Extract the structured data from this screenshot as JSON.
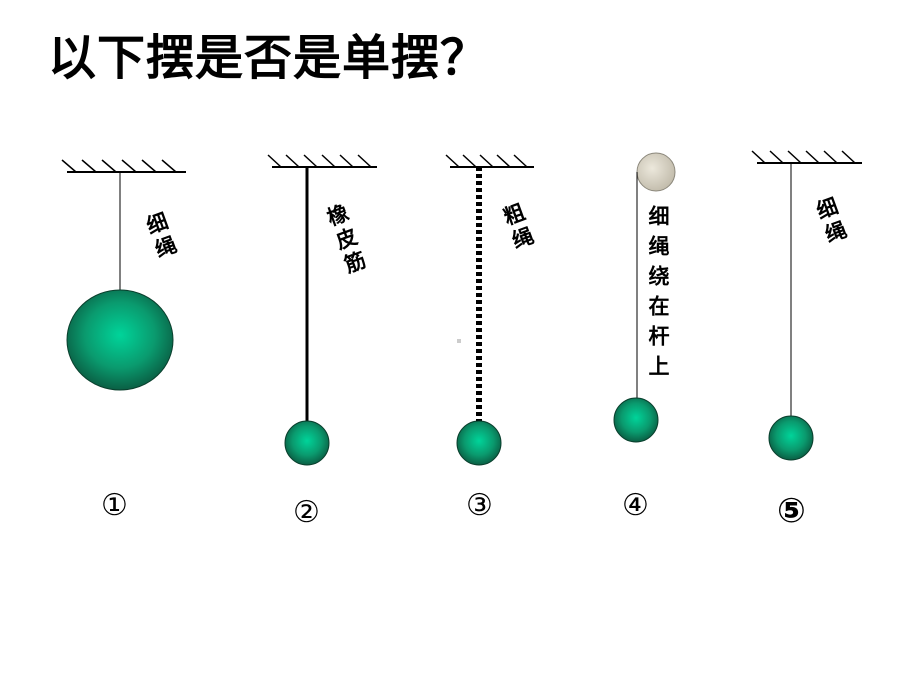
{
  "title": "以下摆是否是单摆？",
  "labels": {
    "p1": "细绳",
    "p2": "橡皮筋",
    "p3": "粗绳",
    "p4": "细绳绕在杆上",
    "p5": "细绳"
  },
  "numbers": [
    "①",
    "②",
    "③",
    "④",
    "⑤"
  ],
  "colors": {
    "bob_center": "#00d49a",
    "bob_edge": "#0a6b4c",
    "line": "#000000",
    "rod": "#d8d3c4"
  }
}
